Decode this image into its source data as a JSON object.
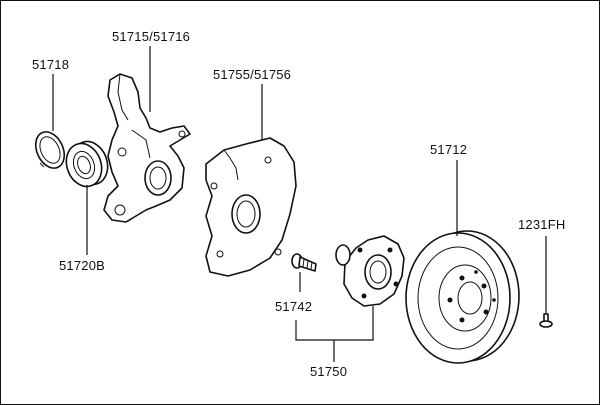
{
  "diagram": {
    "parts": [
      {
        "id": "knuckle",
        "number": "51715/51716"
      },
      {
        "id": "snap-ring",
        "number": "51718"
      },
      {
        "id": "bearing",
        "number": "51720B"
      },
      {
        "id": "dust-cover",
        "number": "51755/51756"
      },
      {
        "id": "disc",
        "number": "51712"
      },
      {
        "id": "screw",
        "number": "1231FH"
      },
      {
        "id": "hub-bolt",
        "number": "51742"
      },
      {
        "id": "hub-assembly",
        "number": "51750"
      }
    ]
  },
  "colors": {
    "line": "#111111",
    "background": "#ffffff"
  }
}
